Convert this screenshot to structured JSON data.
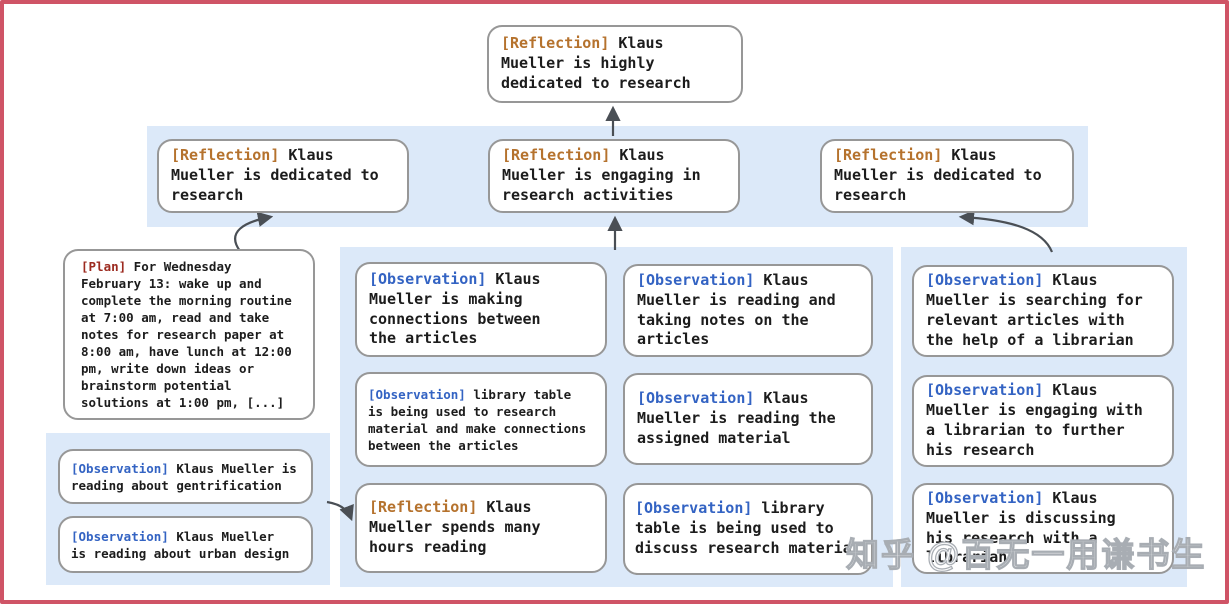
{
  "palette": {
    "frame_border": "#cf5466",
    "group_background": "#dce9f9",
    "node_border": "#979797",
    "reflection_label_color": "#b5722d",
    "observation_label_color": "#3363c3",
    "plan_label_color": "#9c2a1f",
    "arrow_color": "#4a4f55",
    "text_color": "#1c1c1c"
  },
  "watermark": {
    "text": "知乎 @百无一用谦书生"
  },
  "nodes": {
    "top": {
      "label": "[Reflection]",
      "text": "Klaus\nMueller is highly\ndedicated to research"
    },
    "row2_left": {
      "label": "[Reflection]",
      "text": "Klaus\nMueller is dedicated to\nresearch"
    },
    "row2_mid": {
      "label": "[Reflection]",
      "text": "Klaus\nMueller is engaging in\nresearch activities"
    },
    "row2_right": {
      "label": "[Reflection]",
      "text": "Klaus\nMueller is dedicated to\nresearch"
    },
    "plan": {
      "label": "[Plan]",
      "text": "For Wednesday\nFebruary 13: wake up and\ncomplete the morning routine\nat 7:00 am, read and take\nnotes for research paper at\n8:00 am, have lunch at 12:00\npm, write down ideas or\nbrainstorm potential\nsolutions at 1:00 pm, [...]"
    },
    "ll_obs1": {
      "label": "[Observation]",
      "text": "Klaus Mueller is\nreading about gentrification"
    },
    "ll_obs2": {
      "label": "[Observation]",
      "text": "Klaus Mueller\nis reading about urban design"
    },
    "mid_c1_obs": {
      "label": "[Observation]",
      "text": "Klaus\nMueller is making\nconnections between\nthe articles"
    },
    "mid_c1_small": {
      "label": "[Observation]",
      "text": "library table\nis being used to research\nmaterial and make connections\nbetween the articles"
    },
    "mid_c1_refl": {
      "label": "[Reflection]",
      "text": "Klaus\nMueller spends many\nhours reading"
    },
    "mid_c2_obs1": {
      "label": "[Observation]",
      "text": "Klaus\nMueller is reading and\ntaking notes on the\narticles"
    },
    "mid_c2_obs2": {
      "label": "[Observation]",
      "text": "Klaus\nMueller is reading the\nassigned material"
    },
    "mid_c2_obs3": {
      "label": "[Observation]",
      "text": "library\ntable is being used to\ndiscuss research material"
    },
    "right_obs1": {
      "label": "[Observation]",
      "text": "Klaus\nMueller is searching for\nrelevant articles with\nthe help of a librarian"
    },
    "right_obs2": {
      "label": "[Observation]",
      "text": "Klaus\nMueller is engaging with\na librarian to further\nhis research"
    },
    "right_obs3": {
      "label": "[Observation]",
      "text": "Klaus\nMueller is discussing\nhis research with a\nlibrarian"
    }
  }
}
